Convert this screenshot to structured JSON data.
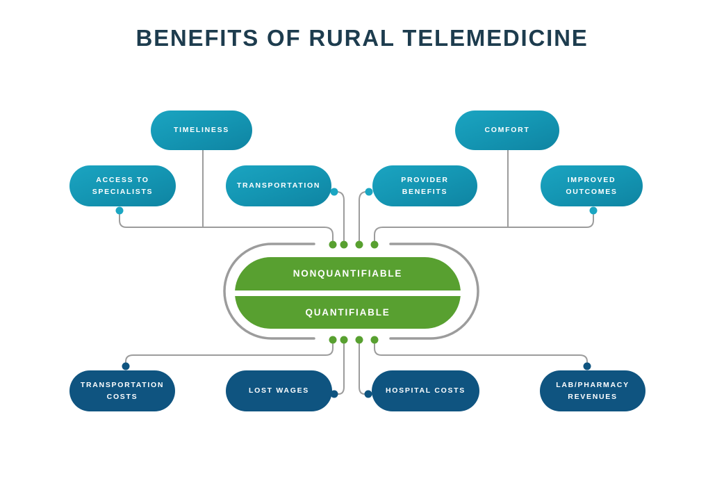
{
  "title": "BENEFITS OF RURAL TELEMEDICINE",
  "center": {
    "nonquantifiable_label": "NONQUANTIFIABLE",
    "quantifiable_label": "QUANTIFIABLE"
  },
  "nonquantifiable_benefits": {
    "timeliness": "TIMELINESS",
    "access_to_specialists": "ACCESS TO\nSPECIALISTS",
    "transportation": "TRANSPORTATION",
    "provider_benefits": "PROVIDER\nBENEFITS",
    "comfort": "COMFORT",
    "improved_outcomes": "IMPROVED\nOUTCOMES"
  },
  "quantifiable_benefits": {
    "transportation_costs": "TRANSPORTATION\nCOSTS",
    "lost_wages": "LOST WAGES",
    "hospital_costs": "HOSPITAL COSTS",
    "lab_pharmacy_revenues": "LAB/PHARMACY\nREVENUES"
  },
  "colors": {
    "teal_bubble": "#1496B3",
    "teal_dot": "#1BA6C2",
    "navy_bubble": "#0F5480",
    "green": "#58A030",
    "connector_gray": "#9C9C9C",
    "title_text": "#1D3C4E",
    "background": "#FFFFFF"
  }
}
